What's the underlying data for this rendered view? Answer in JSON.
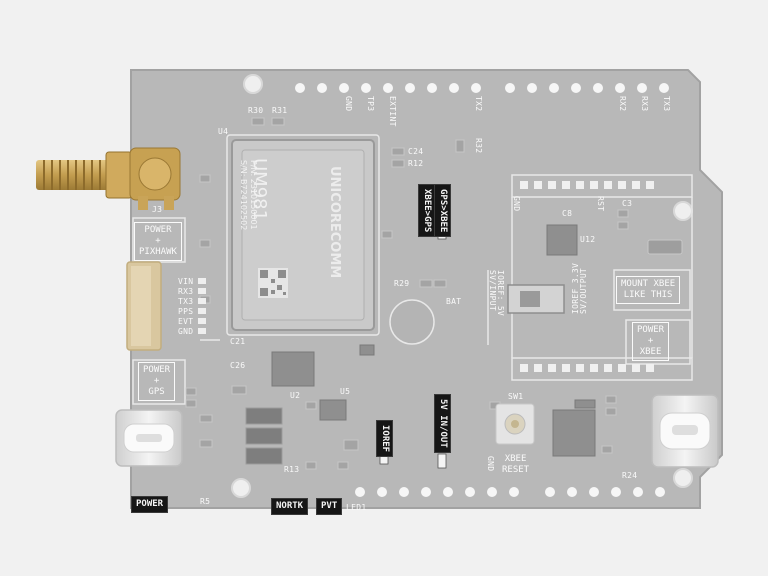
{
  "image": {
    "description_labels": {
      "module_name": "UM981",
      "module_pn": "P/N: 2310150001",
      "module_sn": "S/N: B724102502",
      "module_brand": "UNICORECOMM"
    },
    "tags": {
      "gps_xbee": "GPS>XBEE",
      "xbee_gps": "XBEE>GPS",
      "ioref": "IOREF",
      "five_v": "5V IN/OUT",
      "power": "POWER",
      "nortk": "NORTK",
      "pvt": "PVT"
    },
    "board_text": {
      "power_pixhawk": "POWER\n+\nPIXHAWK",
      "power_gps": "POWER\n+\nGPS",
      "power_xbee": "POWER\n+\nXBEE",
      "mount_xbee": "MOUNT XBEE\nLIKE THIS",
      "xbee_reset": "XBEE\nRESET",
      "bat": "BAT",
      "ioref_3v3": "IOREF 3.3V\nSV/OUTPUT",
      "ioref_5v": "IOREF: 5V\nSV/INPUT",
      "pins_left": [
        "VIN",
        "RX3",
        "TX3",
        "PPS",
        "EVT",
        "GND"
      ],
      "r30": "R30",
      "r31": "R31",
      "c24": "C24",
      "r12": "R12",
      "r32": "R32",
      "r29": "R29",
      "u4": "U4",
      "u5": "U5",
      "u2": "U2",
      "u12": "U12",
      "j3": "J3",
      "sw1": "SW1",
      "led1": "LED1",
      "r24": "R24",
      "r5": "R5",
      "r13": "R13",
      "c8": "C8",
      "c3": "C3",
      "c21": "C21",
      "c26": "C26",
      "gnd1": "GND",
      "tp3": "TP3",
      "extint": "EXTINT",
      "tx2": "TX2",
      "rx2": "RX2",
      "rx3": "RX3",
      "tx3": "TX3",
      "rst": "RST",
      "gnd2": "GND",
      "gnd3": "GND"
    },
    "colors": {
      "board": "#b8b8b8",
      "board_edge": "#a9a9a9",
      "silk": "#fafafa",
      "pad": "#e0c77a",
      "sma": "#c9a55a",
      "tag_bg": "#161616",
      "usb": "#e8e8e8",
      "module": "#c9c9c9"
    }
  }
}
